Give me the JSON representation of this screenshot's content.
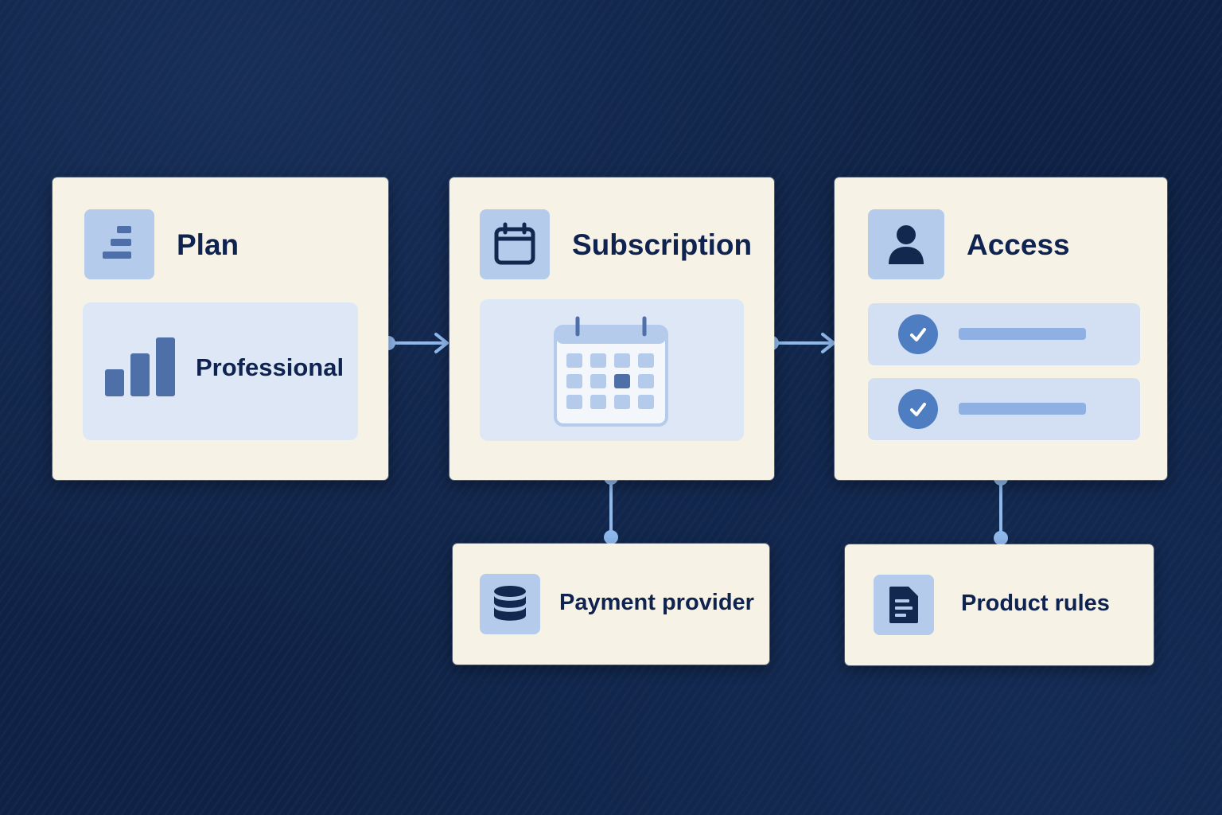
{
  "colors": {
    "background": "#0f2347",
    "card": "#f6f2e6",
    "icon_tile": "#b4cbec",
    "inner_panel": "#dde7f6",
    "accent_dark": "#4f6fa8",
    "connector": "#8fb8ec",
    "text": "#0f2350"
  },
  "plan": {
    "title": "Plan",
    "icon": "steps-icon",
    "tier": "Professional",
    "tier_icon": "bar-chart-icon"
  },
  "subscription": {
    "title": "Subscription",
    "icon": "calendar-icon",
    "panel_icon": "large-calendar-icon"
  },
  "access": {
    "title": "Access",
    "icon": "user-icon",
    "rows": [
      {
        "icon": "check-circle-icon"
      },
      {
        "icon": "check-circle-icon"
      }
    ]
  },
  "payment_provider": {
    "label": "Payment provider",
    "icon": "database-icon"
  },
  "product_rules": {
    "label": "Product rules",
    "icon": "document-icon"
  }
}
